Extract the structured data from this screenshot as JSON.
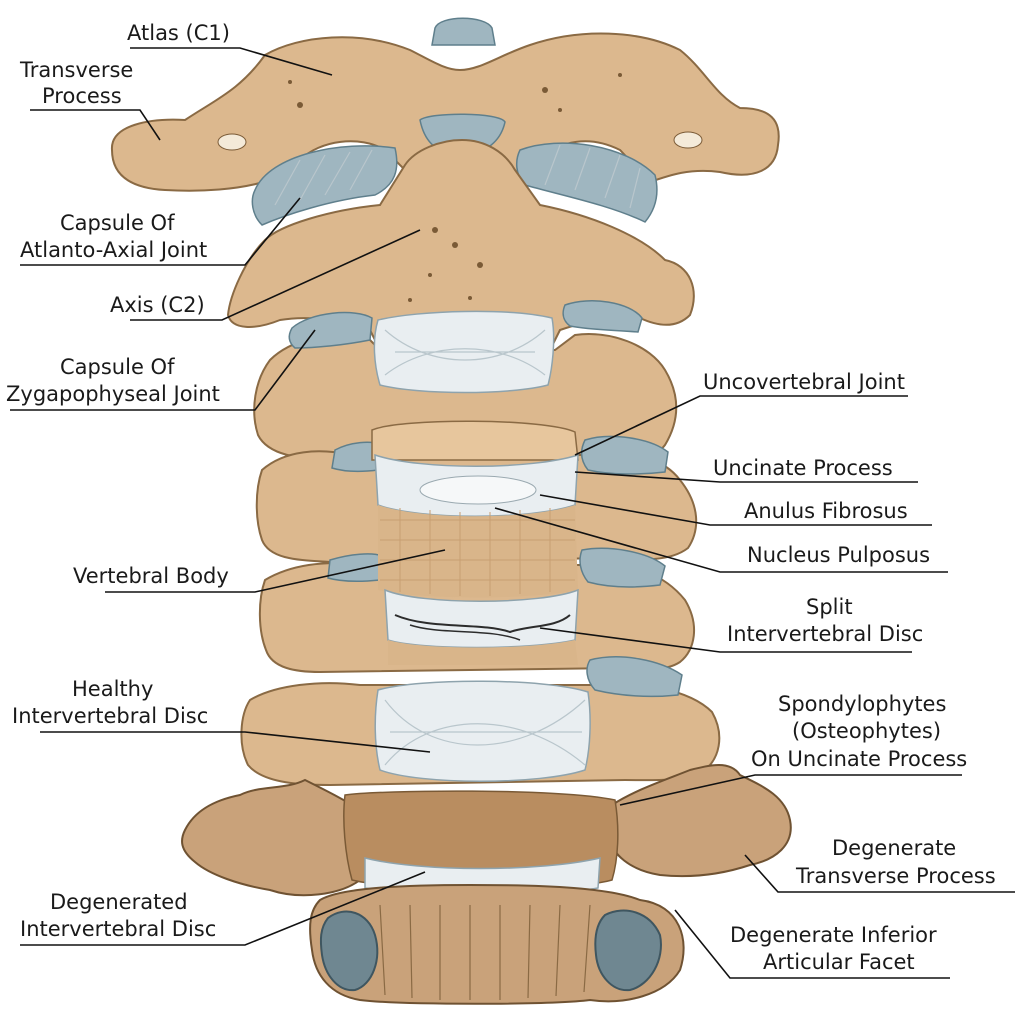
{
  "labels": {
    "atlas": "Atlas (C1)",
    "transverse_process_1": "Transverse",
    "transverse_process_2": "Process",
    "capsule_aa_1": "Capsule Of",
    "capsule_aa_2": "Atlanto-Axial Joint",
    "axis": "Axis (C2)",
    "capsule_zyg_1": "Capsule Of",
    "capsule_zyg_2": "Zygapophyseal Joint",
    "uncovertebral": "Uncovertebral Joint",
    "uncinate": "Uncinate Process",
    "anulus": "Anulus Fibrosus",
    "nucleus": "Nucleus Pulposus",
    "vertebral_body": "Vertebral Body",
    "split_1": "Split",
    "split_2": "Intervertebral Disc",
    "healthy_1": "Healthy",
    "healthy_2": "Intervertebral Disc",
    "spondylo_1": "Spondylophytes",
    "spondylo_2": "(Osteophytes)",
    "spondylo_3": "On Uncinate Process",
    "deg_tp_1": "Degenerate",
    "deg_tp_2": "Transverse Process",
    "degenerated_1": "Degenerated",
    "degenerated_2": "Intervertebral Disc",
    "deg_iaf_1": "Degenerate Inferior",
    "deg_iaf_2": "Articular Facet"
  },
  "colors": {
    "bone": "#dcb88e",
    "capsule": "#9fb6c0",
    "disc": "#e9eef1",
    "leader": "#111111"
  }
}
